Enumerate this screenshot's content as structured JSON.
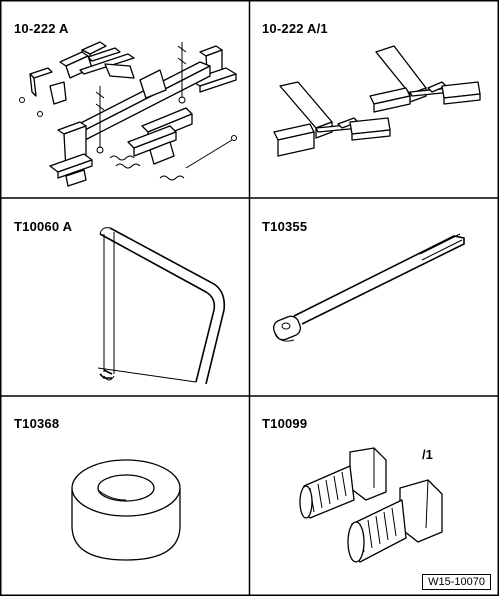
{
  "panels": [
    {
      "label": "10-222 A",
      "icon": "engine-support-bridge-icon"
    },
    {
      "label": "10-222 A/1",
      "icon": "adapter-brackets-icon"
    },
    {
      "label": "T10060 A",
      "icon": "bent-pin-tool-icon"
    },
    {
      "label": "T10355",
      "icon": "long-ratchet-icon"
    },
    {
      "label": "T10368",
      "icon": "ring-spacer-icon"
    },
    {
      "label": "T10099",
      "icon": "spline-bits-icon"
    }
  ],
  "sub_label": "/1",
  "figure_ref": "W15-10070"
}
